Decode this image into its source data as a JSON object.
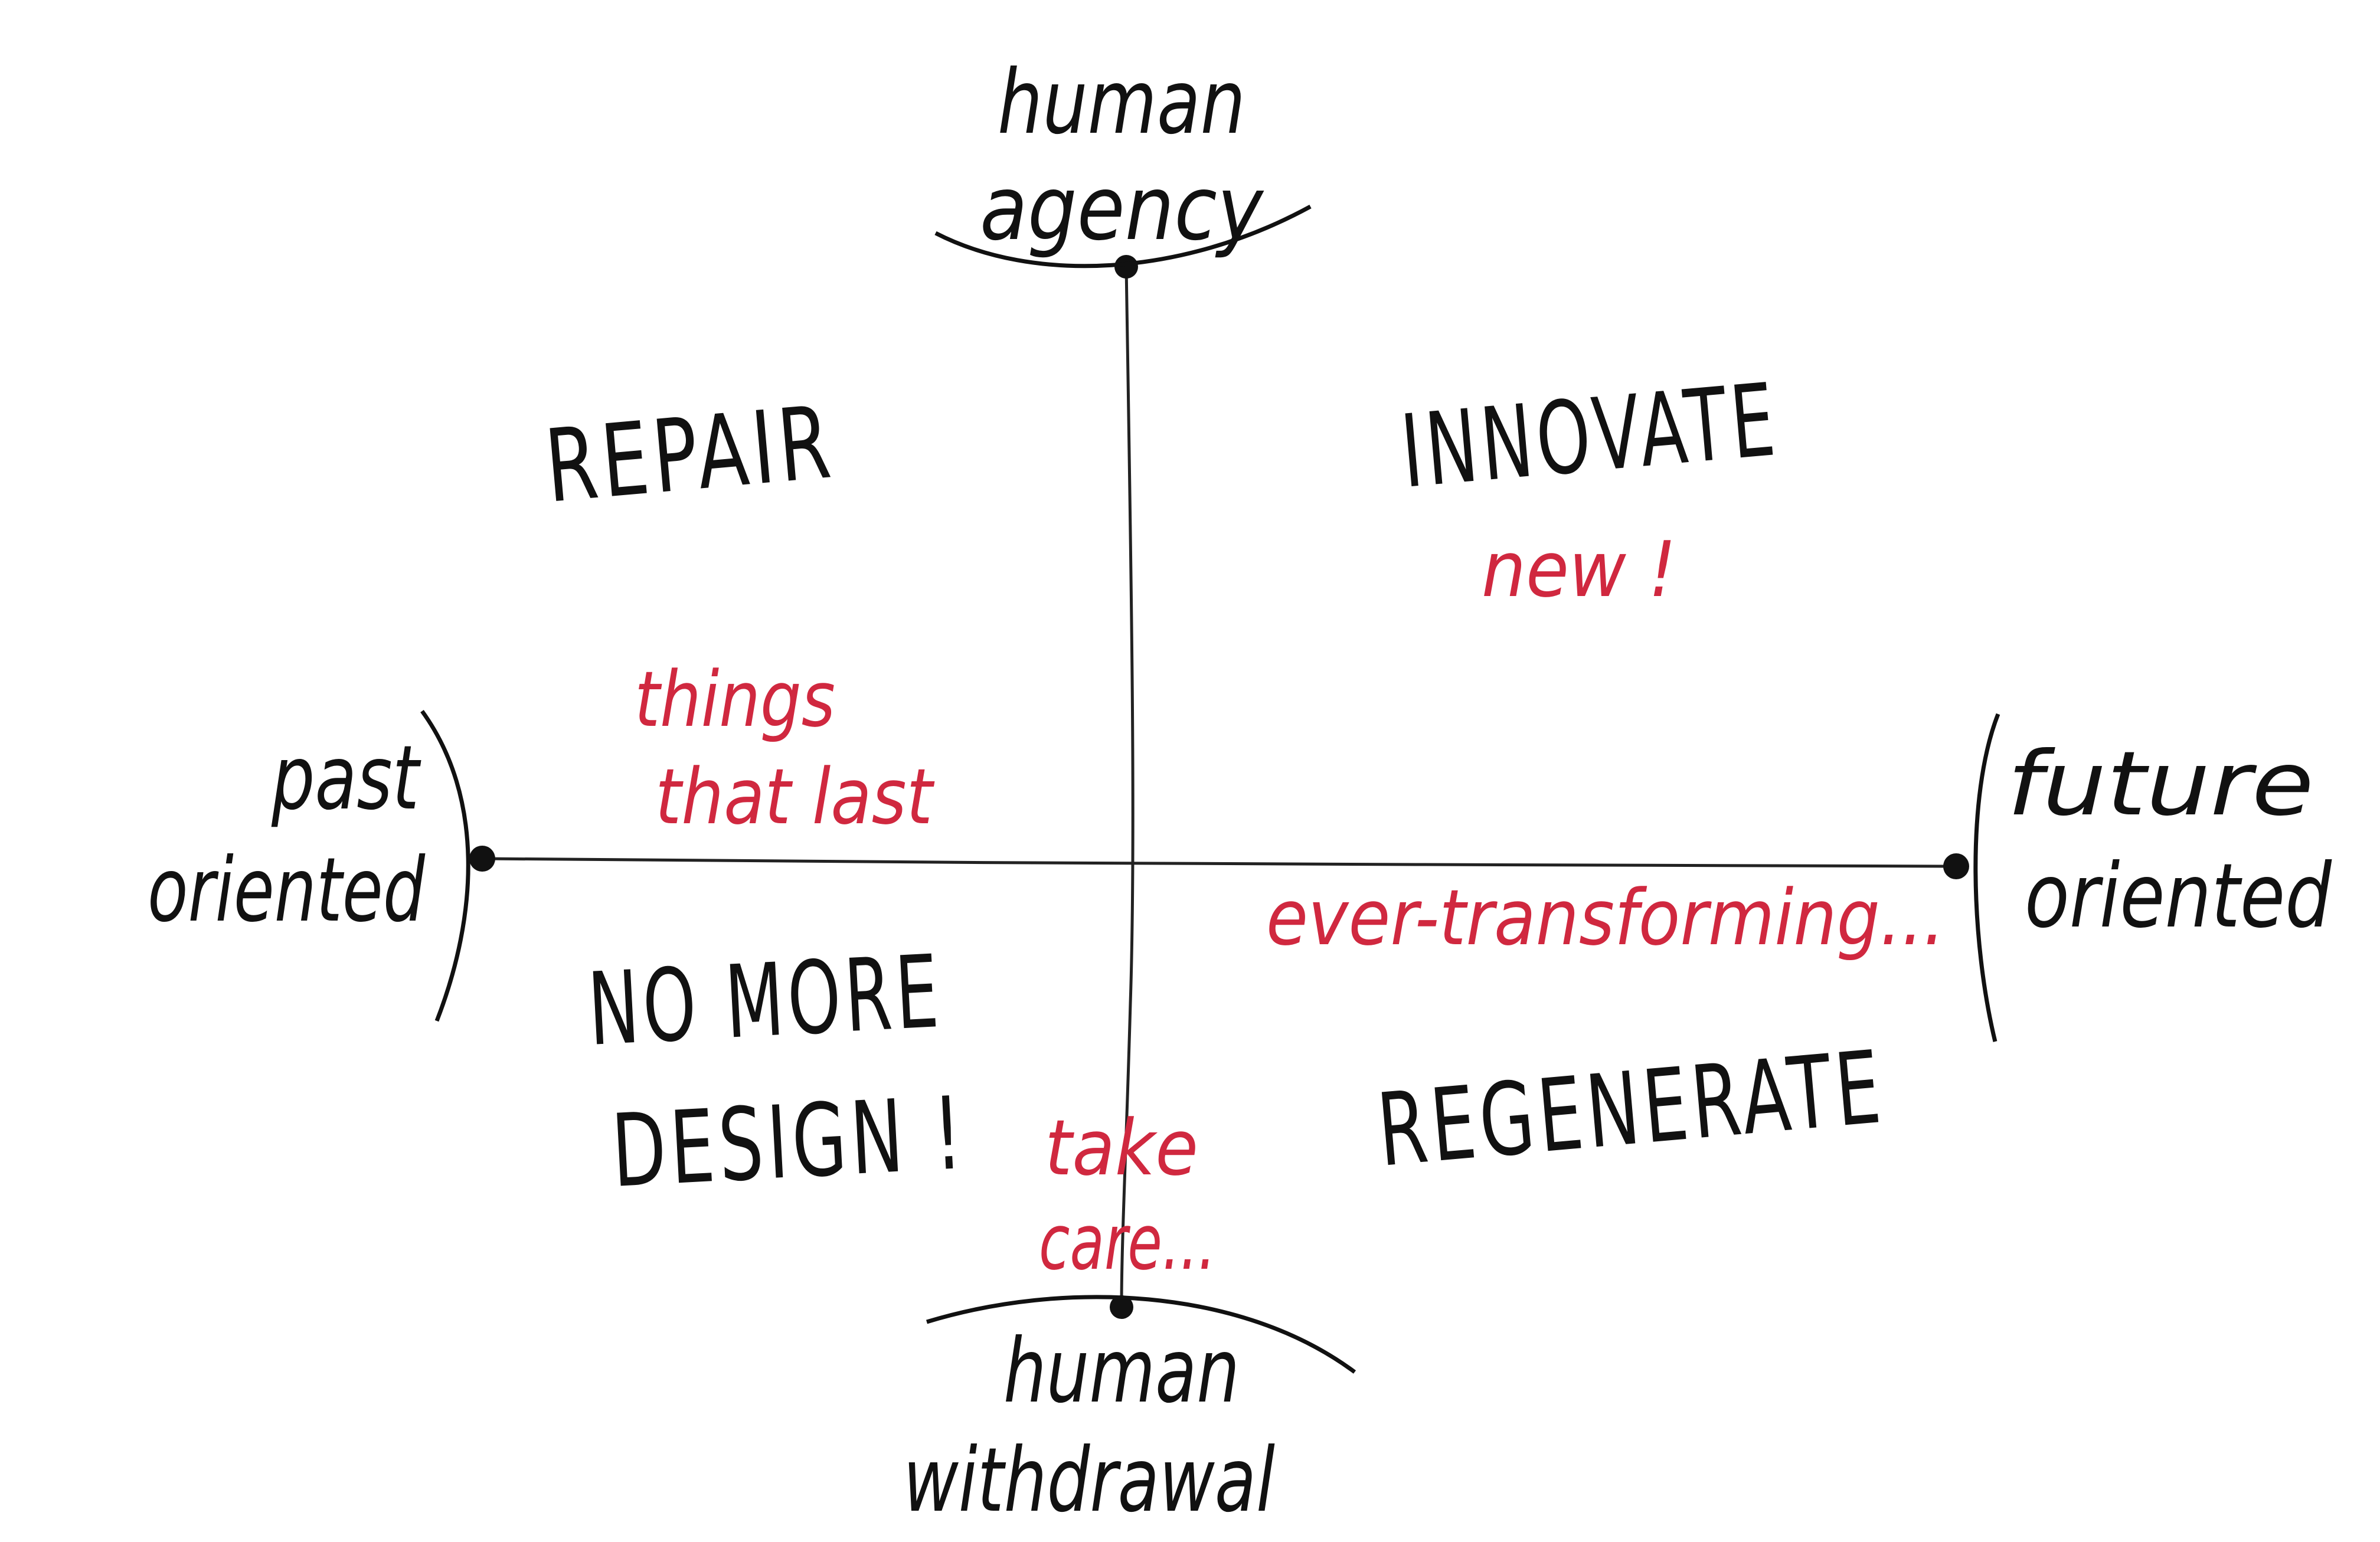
{
  "axes": {
    "top": [
      "human",
      "agency"
    ],
    "bottom": [
      "human",
      "withdrawal"
    ],
    "left": [
      "past",
      "oriented"
    ],
    "right": [
      "future",
      "oriented"
    ]
  },
  "quadrants": {
    "top_left": "REPAIR",
    "top_right": "INNOVATE",
    "bottom_left": [
      "NO MORE",
      "DESIGN !"
    ],
    "bottom_right": "REGENERATE"
  },
  "annotations": {
    "new": "new !",
    "things_that_last": [
      "things",
      "that last"
    ],
    "ever_transforming": "ever-transforming...",
    "take_care": [
      "take",
      "care..."
    ]
  },
  "colors": {
    "ink": "#111111",
    "accent": "#d0283f"
  }
}
